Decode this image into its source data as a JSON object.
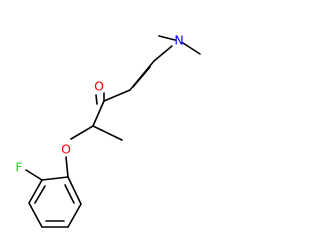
{
  "molecule": {
    "atoms": {
      "nitrogen": {
        "symbol": "N"
      },
      "carbonyl_oxygen": {
        "symbol": "O"
      },
      "ether_oxygen": {
        "symbol": "O"
      },
      "fluorine": {
        "symbol": "F"
      }
    }
  },
  "colors": {
    "bond": "#000000",
    "nitrogen": "#0000ff",
    "oxygen": "#ff0000",
    "fluorine": "#33cc33",
    "background": "#ffffff"
  }
}
